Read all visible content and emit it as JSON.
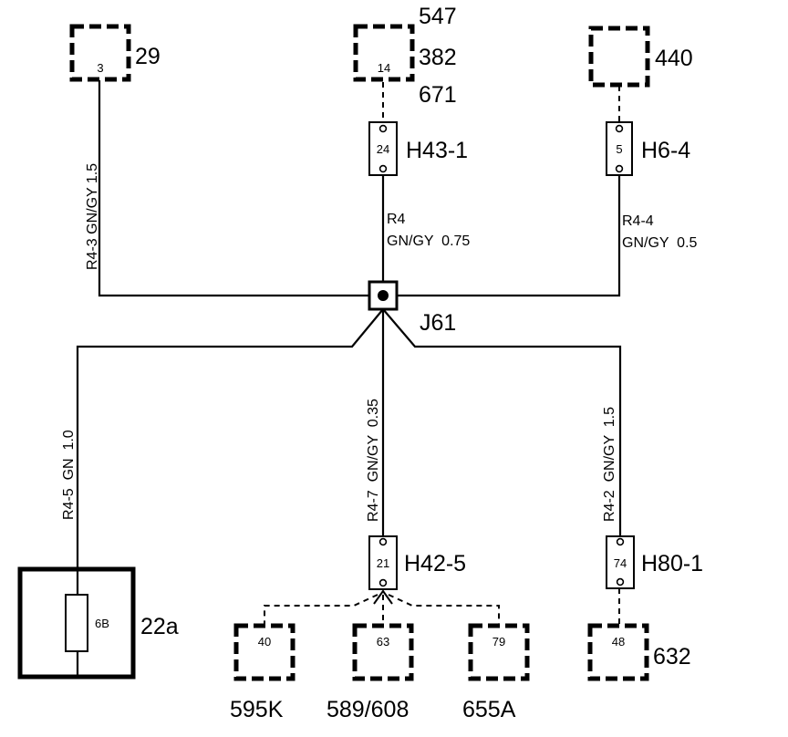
{
  "components": {
    "c29": {
      "pin": "3",
      "label": "29"
    },
    "c547": {
      "pin": "14",
      "labels": [
        "547",
        "382",
        "671"
      ]
    },
    "c440": {
      "label": "440"
    },
    "c595": {
      "pin": "40",
      "label": "595K"
    },
    "c589": {
      "pin": "63",
      "label": "589/608"
    },
    "c655": {
      "pin": "79",
      "label": "655A"
    },
    "c632": {
      "pin": "48",
      "label": "632"
    },
    "fuse22a": {
      "pin": "6B",
      "label": "22a"
    }
  },
  "connectors": {
    "h43": {
      "pin": "24",
      "label": "H43-1"
    },
    "h6": {
      "pin": "5",
      "label": "H6-4"
    },
    "h42": {
      "pin": "21",
      "label": "H42-5"
    },
    "h80": {
      "pin": "74",
      "label": "H80-1"
    }
  },
  "junction": {
    "label": "J61"
  },
  "wires": {
    "r43": "R4-3  GN/GY  1.5",
    "r4": {
      "id": "R4",
      "spec": "GN/GY  0.75"
    },
    "r44": {
      "id": "R4-4",
      "spec": "GN/GY  0.5"
    },
    "r45": "R4-5  GN  1.0",
    "r47": "R4-7  GN/GY  0.35",
    "r42": "R4-2  GN/GY  1.5"
  }
}
